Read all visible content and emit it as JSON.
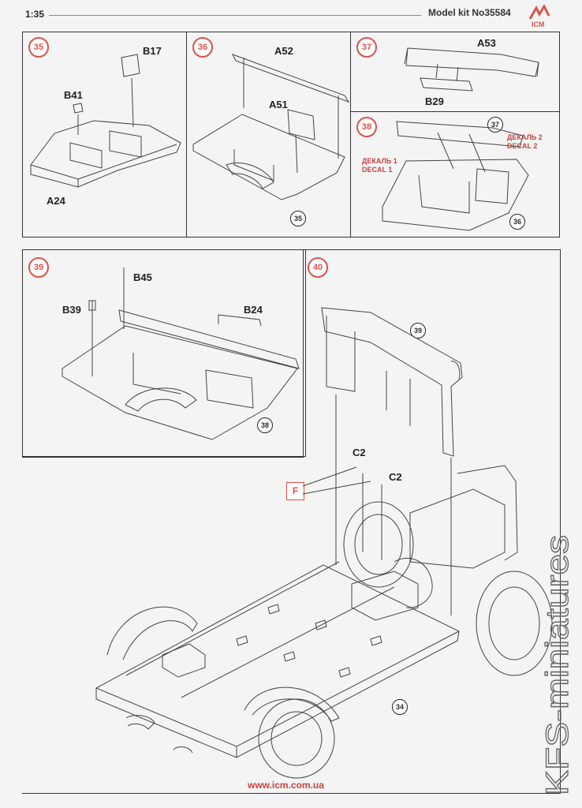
{
  "header": {
    "scale": "1:35",
    "kit": "Model kit No35584"
  },
  "steps": [
    {
      "number": "35",
      "parts": [
        "B17",
        "B41",
        "A24"
      ]
    },
    {
      "number": "36",
      "parts": [
        "A52",
        "A51"
      ],
      "ref": "35"
    },
    {
      "number": "37",
      "parts": [
        "A53",
        "B29"
      ]
    },
    {
      "number": "38",
      "ref": "37",
      "ref2": "36",
      "decal_ru_1": "ДЕКАЛЬ 1",
      "decal_en_1": "DECAL 1",
      "decal_ru_2": "ДЕКАЛЬ 2",
      "decal_en_2": "DECAL 2"
    },
    {
      "number": "39",
      "parts": [
        "B45",
        "B39",
        "B24"
      ],
      "ref": "38"
    },
    {
      "number": "40",
      "parts": [
        "C2",
        "C2"
      ],
      "ref": "39",
      "ref2": "34",
      "flag": "F"
    }
  ],
  "footer": {
    "url": "www.icm.com.ua"
  },
  "watermark": {
    "text": "KFS-miniatures"
  },
  "colors": {
    "accent": "#d9534f",
    "line": "#444444"
  }
}
